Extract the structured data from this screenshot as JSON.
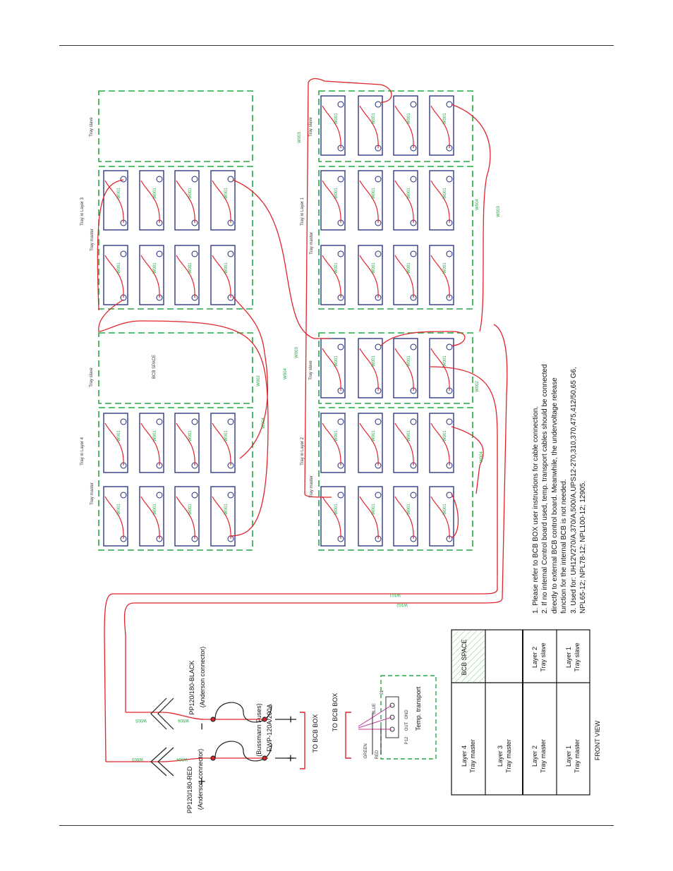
{
  "diagram": {
    "labels": {
      "tray_slave": "Tray slave",
      "tray_master": "Tray master",
      "tray_in_layer_1": "Tray in Layer 1",
      "tray_in_layer_2": "Tray in Layer 2",
      "tray_in_layer_3": "Tray in Layer 3",
      "tray_in_layer_4": "Tray in Layer 4",
      "bcb_space": "BCB SPACE",
      "w001": "W001",
      "w002": "W002",
      "w003": "W003",
      "w004": "W004",
      "w005": "W005",
      "w006": "W006",
      "w101": "W101",
      "w102": "W102",
      "pp_black": "PP120/180-BLACK",
      "pp_red": "PP120/180-RED",
      "anderson": "(Anderson connector)",
      "fuse": "FWP-120A/200A",
      "bussmann": "(Bussmann Fuses)",
      "to_bcb_box": "TO BCB BOX",
      "temp_transport": "Temp. transport",
      "j1": "J1",
      "p12": "P12",
      "out": "OUT",
      "gnd": "GND",
      "green": "GREEN",
      "red": "RED",
      "blue": "BLUE",
      "plus": "+",
      "minus": "−"
    },
    "notes": [
      "1. Please refer to BCB BOX user instructions for cable connection.",
      "2. If no internal Control board used, temp. transport cables should be connected",
      "directly to external BCB control board. Meanwhile, the undervoltage release",
      "function for the internal BCB is not needed.",
      "3. Used for: UH12V270/A,370/A,500/A,UPS12-270,310,370,475,412/50,65 G6,",
      "NPL65-12; NPL78-12; NPL100-12; 12905."
    ],
    "front_view_table": {
      "caption": "FRONT VIEW",
      "rows": [
        {
          "left": "Layer 4\nTray master",
          "right": "BCB SPACE"
        },
        {
          "left": "Layer 3\nTray master",
          "right": ""
        },
        {
          "left": "Layer 2\nTray master",
          "right": "Layer 2\nTray slave"
        },
        {
          "left": "Layer 1\nTray master",
          "right": "Layer 1\nTray slave"
        }
      ]
    },
    "colors": {
      "cable_red": "#e0242b",
      "cable_blue": "#1f2a7a",
      "tray_green": "#22aa44",
      "bcb_hatch": "#22aa44"
    }
  }
}
